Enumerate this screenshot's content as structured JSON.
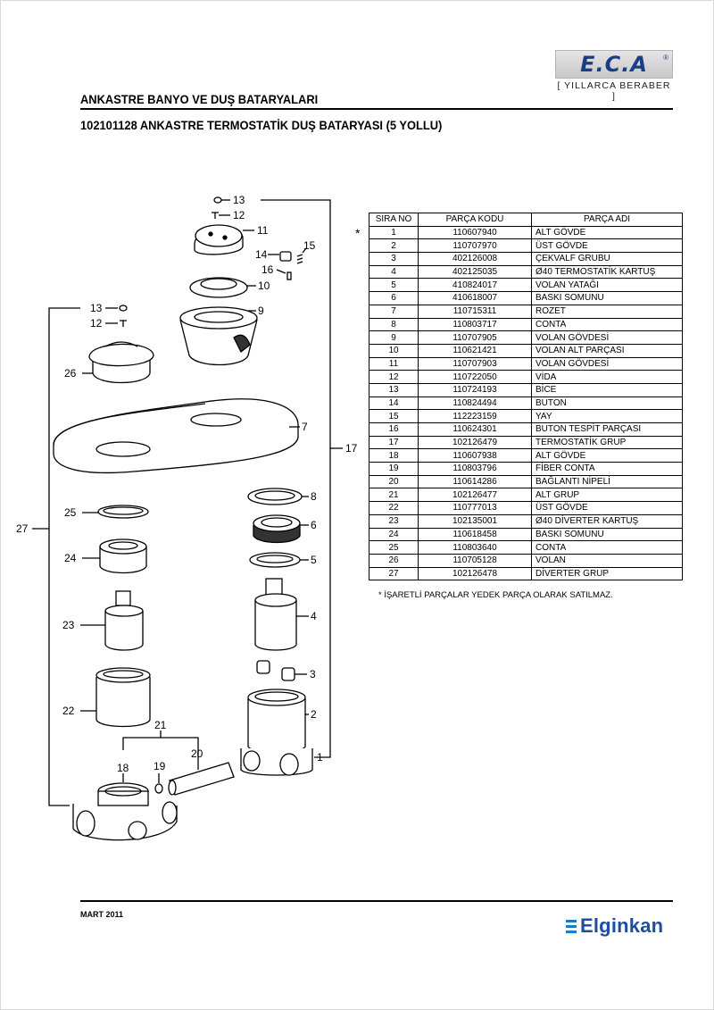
{
  "logo": {
    "brand": "E.C.A",
    "registered": "®",
    "slogan": "[ YILLARCA BERABER ]"
  },
  "header": {
    "category": "ANKASTRE BANYO VE DUŞ BATARYALARI",
    "product": "102101128 ANKASTRE TERMOSTATİK DUŞ BATARYASI (5 YOLLU)"
  },
  "callouts": [
    "13",
    "12",
    "11",
    "14",
    "15",
    "16",
    "10",
    "9",
    "13",
    "12",
    "26",
    "7",
    "17",
    "8",
    "25",
    "6",
    "27",
    "24",
    "5",
    "23",
    "4",
    "3",
    "22",
    "2",
    "21",
    "20",
    "18",
    "19",
    "1"
  ],
  "table": {
    "headers": [
      "SIRA NO",
      "PARÇA KODU",
      "PARÇA ADI"
    ],
    "marker": "*",
    "rows": [
      [
        "1",
        "110607940",
        "ALT GÖVDE"
      ],
      [
        "2",
        "110707970",
        "ÜST GÖVDE"
      ],
      [
        "3",
        "402126008",
        "ÇEKVALF GRUBU"
      ],
      [
        "4",
        "402125035",
        "Ø40 TERMOSTATİK KARTUŞ"
      ],
      [
        "5",
        "410824017",
        "VOLAN YATAĞI"
      ],
      [
        "6",
        "410618007",
        "BASKI SOMUNU"
      ],
      [
        "7",
        "110715311",
        "ROZET"
      ],
      [
        "8",
        "110803717",
        "CONTA"
      ],
      [
        "9",
        "110707905",
        "VOLAN GÖVDESİ"
      ],
      [
        "10",
        "110621421",
        "VOLAN ALT PARÇASI"
      ],
      [
        "11",
        "110707903",
        "VOLAN GÖVDESİ"
      ],
      [
        "12",
        "110722050",
        "VİDA"
      ],
      [
        "13",
        "110724193",
        "BİCE"
      ],
      [
        "14",
        "110824494",
        "BUTON"
      ],
      [
        "15",
        "112223159",
        "YAY"
      ],
      [
        "16",
        "110624301",
        "BUTON TESPİT PARÇASI"
      ],
      [
        "17",
        "102126479",
        "TERMOSTATİK GRUP"
      ],
      [
        "18",
        "110607938",
        "ALT GÖVDE"
      ],
      [
        "19",
        "110803796",
        "FİBER CONTA"
      ],
      [
        "20",
        "110614286",
        "BAĞLANTI NİPELİ"
      ],
      [
        "21",
        "102126477",
        "ALT GRUP"
      ],
      [
        "22",
        "110777013",
        "ÜST GÖVDE"
      ],
      [
        "23",
        "102135001",
        "Ø40 DİVERTER KARTUŞ"
      ],
      [
        "24",
        "110618458",
        "BASKI SOMUNU"
      ],
      [
        "25",
        "110803640",
        "CONTA"
      ],
      [
        "26",
        "110705128",
        "VOLAN"
      ],
      [
        "27",
        "102126478",
        "DİVERTER GRUP"
      ]
    ]
  },
  "note": "* İŞARETLİ PARÇALAR YEDEK PARÇA OLARAK SATILMAZ.",
  "footer": {
    "date": "MART 2011",
    "brand": "Elginkan"
  }
}
